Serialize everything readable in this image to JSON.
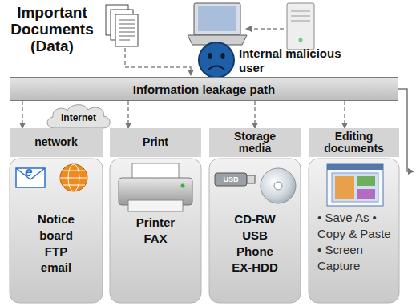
{
  "diagram": {
    "nodes": [
      {
        "text": [
          "Information leakage path"
        ]
      },
      {
        "text": [
          "internet"
        ]
      },
      {
        "text": [
          "network",
          "Notice board FTP email"
        ]
      },
      {
        "text": [
          "Print",
          "Printer FAX"
        ]
      },
      {
        "text": [
          "Storage media",
          "CD-RW USB Phone EX-HDD"
        ]
      },
      {
        "text": [
          "Editing documents",
          "• Save As • Copy & Paste • Screen Capture"
        ]
      }
    ],
    "edges": [
      {
        "from": 0,
        "to": 2,
        "arrow": "to"
      },
      {
        "from": 0,
        "to": 3,
        "arrow": "to"
      },
      {
        "from": 0,
        "to": 4,
        "arrow": "to"
      },
      {
        "from": 0,
        "to": 5,
        "arrow": "to"
      }
    ],
    "labels": [
      "Important Documents (Data)",
      "Internal malicious user",
      "e",
      "USB"
    ]
  }
}
